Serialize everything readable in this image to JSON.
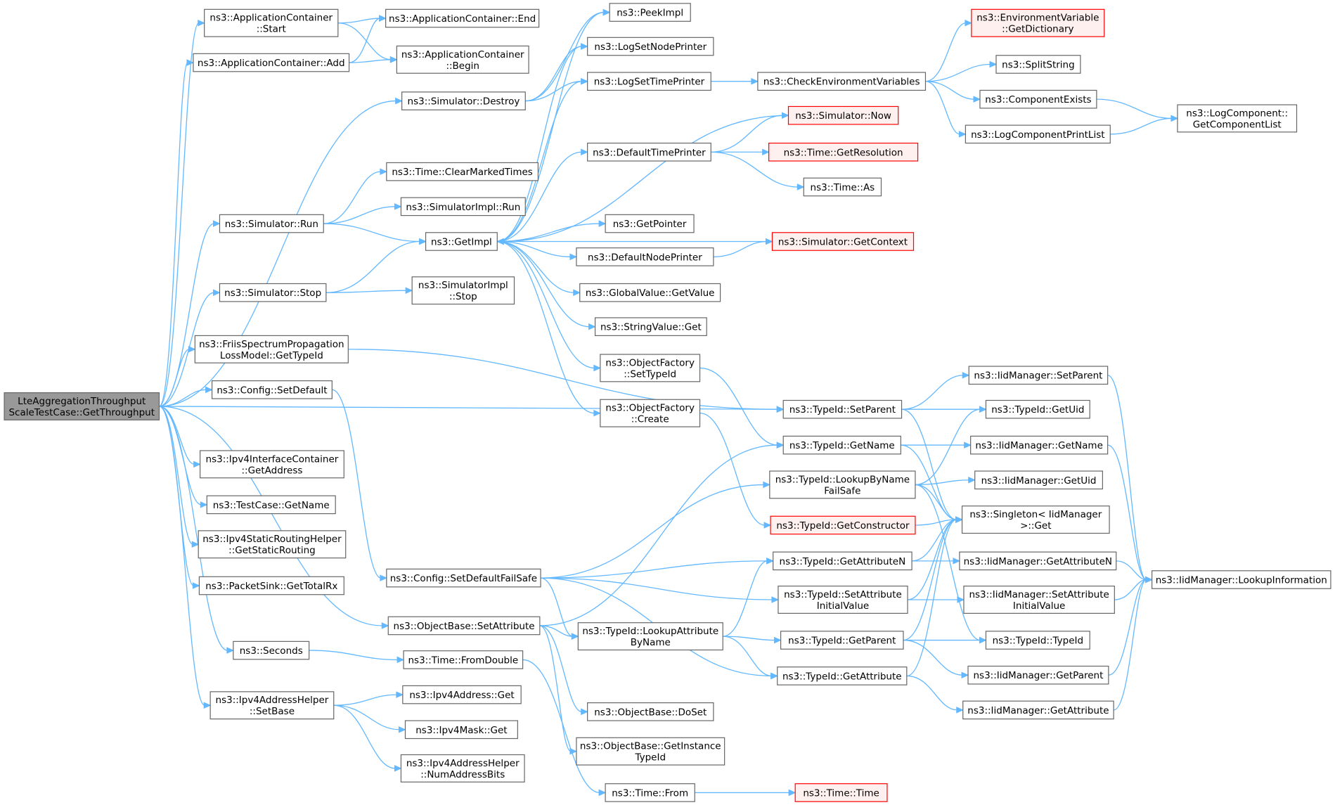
{
  "colors": {
    "edge": "#63b8ff",
    "node_border": "#666666",
    "root_fill": "#999999",
    "truncated_border": "#ff0000",
    "truncated_fill": "#fff0f0"
  },
  "nodes": [
    {
      "id": "root",
      "lines": [
        "LteAggregationThroughput",
        "ScaleTestCase::GetThroughput"
      ],
      "style": "root"
    },
    {
      "id": "appStart",
      "lines": [
        "ns3::ApplicationContainer",
        "::Start"
      ]
    },
    {
      "id": "appAdd",
      "lines": [
        "ns3::ApplicationContainer::Add"
      ]
    },
    {
      "id": "appEnd",
      "lines": [
        "ns3::ApplicationContainer::End"
      ]
    },
    {
      "id": "appBegin",
      "lines": [
        "ns3::ApplicationContainer",
        "::Begin"
      ]
    },
    {
      "id": "simDestroy",
      "lines": [
        "ns3::Simulator::Destroy"
      ]
    },
    {
      "id": "timeClear",
      "lines": [
        "ns3::Time::ClearMarkedTimes"
      ]
    },
    {
      "id": "simImplRun",
      "lines": [
        "ns3::SimulatorImpl::Run"
      ]
    },
    {
      "id": "simRun",
      "lines": [
        "ns3::Simulator::Run"
      ]
    },
    {
      "id": "getImpl",
      "lines": [
        "ns3::GetImpl"
      ]
    },
    {
      "id": "simStop",
      "lines": [
        "ns3::Simulator::Stop"
      ]
    },
    {
      "id": "simImplStop",
      "lines": [
        "ns3::SimulatorImpl",
        "::Stop"
      ]
    },
    {
      "id": "friis",
      "lines": [
        "ns3::FriisSpectrumPropagation",
        "LossModel::GetTypeId"
      ]
    },
    {
      "id": "cfgSetDefault",
      "lines": [
        "ns3::Config::SetDefault"
      ]
    },
    {
      "id": "ipv4Ic",
      "lines": [
        "ns3::Ipv4InterfaceContainer",
        "::GetAddress"
      ]
    },
    {
      "id": "testGetName",
      "lines": [
        "ns3::TestCase::GetName"
      ]
    },
    {
      "id": "staticRouting",
      "lines": [
        "ns3::Ipv4StaticRoutingHelper",
        "::GetStaticRouting"
      ]
    },
    {
      "id": "packetSink",
      "lines": [
        "ns3::PacketSink::GetTotalRx"
      ]
    },
    {
      "id": "seconds",
      "lines": [
        "ns3::Seconds"
      ]
    },
    {
      "id": "ipv4Setbase",
      "lines": [
        "ns3::Ipv4AddressHelper",
        "::SetBase"
      ]
    },
    {
      "id": "peekImpl",
      "lines": [
        "ns3::PeekImpl"
      ]
    },
    {
      "id": "logSetNode",
      "lines": [
        "ns3::LogSetNodePrinter"
      ]
    },
    {
      "id": "logSetTime",
      "lines": [
        "ns3::LogSetTimePrinter"
      ]
    },
    {
      "id": "defTime",
      "lines": [
        "ns3::DefaultTimePrinter"
      ]
    },
    {
      "id": "getPointer",
      "lines": [
        "ns3::GetPointer"
      ]
    },
    {
      "id": "defNode",
      "lines": [
        "ns3::DefaultNodePrinter"
      ]
    },
    {
      "id": "gvGetValue",
      "lines": [
        "ns3::GlobalValue::GetValue"
      ]
    },
    {
      "id": "strGet",
      "lines": [
        "ns3::StringValue::Get"
      ]
    },
    {
      "id": "ofSetTypeId",
      "lines": [
        "ns3::ObjectFactory",
        "::SetTypeId"
      ]
    },
    {
      "id": "ofCreate",
      "lines": [
        "ns3::ObjectFactory",
        "::Create"
      ]
    },
    {
      "id": "cfgFailSafe",
      "lines": [
        "ns3::Config::SetDefaultFailSafe"
      ]
    },
    {
      "id": "objSetAttr",
      "lines": [
        "ns3::ObjectBase::SetAttribute"
      ]
    },
    {
      "id": "timeFromDouble",
      "lines": [
        "ns3::Time::FromDouble"
      ]
    },
    {
      "id": "ipv4AddrGet",
      "lines": [
        "ns3::Ipv4Address::Get"
      ]
    },
    {
      "id": "ipv4MaskGet",
      "lines": [
        "ns3::Ipv4Mask::Get"
      ]
    },
    {
      "id": "numAddrBits",
      "lines": [
        "ns3::Ipv4AddressHelper",
        "::NumAddressBits"
      ]
    },
    {
      "id": "tidLookupAttr",
      "lines": [
        "ns3::TypeId::LookupAttribute",
        "ByName"
      ]
    },
    {
      "id": "objDoSet",
      "lines": [
        "ns3::ObjectBase::DoSet"
      ]
    },
    {
      "id": "objGetInst",
      "lines": [
        "ns3::ObjectBase::GetInstance",
        "TypeId"
      ]
    },
    {
      "id": "timeFrom",
      "lines": [
        "ns3::Time::From"
      ]
    },
    {
      "id": "checkEnv",
      "lines": [
        "ns3::CheckEnvironmentVariables"
      ]
    },
    {
      "id": "simNow",
      "lines": [
        "ns3::Simulator::Now"
      ],
      "style": "trunc"
    },
    {
      "id": "timeGetRes",
      "lines": [
        "ns3::Time::GetResolution"
      ],
      "style": "trunc"
    },
    {
      "id": "timeAs",
      "lines": [
        "ns3::Time::As"
      ]
    },
    {
      "id": "simGetContext",
      "lines": [
        "ns3::Simulator::GetContext"
      ],
      "style": "trunc"
    },
    {
      "id": "tidSetParent",
      "lines": [
        "ns3::TypeId::SetParent"
      ]
    },
    {
      "id": "tidGetName",
      "lines": [
        "ns3::TypeId::GetName"
      ]
    },
    {
      "id": "tidLookupName",
      "lines": [
        "ns3::TypeId::LookupByName",
        "FailSafe"
      ]
    },
    {
      "id": "tidGetCtor",
      "lines": [
        "ns3::TypeId::GetConstructor"
      ],
      "style": "trunc"
    },
    {
      "id": "tidGetAttrN",
      "lines": [
        "ns3::TypeId::GetAttributeN"
      ]
    },
    {
      "id": "tidSetAttrInit",
      "lines": [
        "ns3::TypeId::SetAttribute",
        "InitialValue"
      ]
    },
    {
      "id": "tidGetParent",
      "lines": [
        "ns3::TypeId::GetParent"
      ]
    },
    {
      "id": "tidGetAttr",
      "lines": [
        "ns3::TypeId::GetAttribute"
      ]
    },
    {
      "id": "timeTime",
      "lines": [
        "ns3::Time::Time"
      ],
      "style": "trunc"
    },
    {
      "id": "envDict",
      "lines": [
        "ns3::EnvironmentVariable",
        "::GetDictionary"
      ],
      "style": "trunc"
    },
    {
      "id": "splitString",
      "lines": [
        "ns3::SplitString"
      ]
    },
    {
      "id": "compExists",
      "lines": [
        "ns3::ComponentExists"
      ]
    },
    {
      "id": "logCompPrint",
      "lines": [
        "ns3::LogComponentPrintList"
      ]
    },
    {
      "id": "iidSetParent",
      "lines": [
        "ns3::IidManager::SetParent"
      ]
    },
    {
      "id": "tidGetUid",
      "lines": [
        "ns3::TypeId::GetUid"
      ]
    },
    {
      "id": "iidGetName",
      "lines": [
        "ns3::IidManager::GetName"
      ]
    },
    {
      "id": "iidGetUid",
      "lines": [
        "ns3::IidManager::GetUid"
      ]
    },
    {
      "id": "singleton",
      "lines": [
        "ns3::Singleton< IidManager",
        " >::Get"
      ]
    },
    {
      "id": "iidGetAttrN",
      "lines": [
        "ns3::IidManager::GetAttributeN"
      ]
    },
    {
      "id": "iidSetAttrInit",
      "lines": [
        "ns3::IidManager::SetAttribute",
        "InitialValue"
      ]
    },
    {
      "id": "tidTypeId",
      "lines": [
        "ns3::TypeId::TypeId"
      ]
    },
    {
      "id": "iidGetParent",
      "lines": [
        "ns3::IidManager::GetParent"
      ]
    },
    {
      "id": "iidGetAttr",
      "lines": [
        "ns3::IidManager::GetAttribute"
      ]
    },
    {
      "id": "logCompGetList",
      "lines": [
        "ns3::LogComponent::",
        "GetComponentList"
      ]
    },
    {
      "id": "iidLookupInfo",
      "lines": [
        "ns3::IidManager::LookupInformation"
      ]
    }
  ],
  "edges": [
    [
      "root",
      "appStart"
    ],
    [
      "root",
      "appAdd"
    ],
    [
      "root",
      "simDestroy"
    ],
    [
      "root",
      "simRun"
    ],
    [
      "root",
      "simStop"
    ],
    [
      "root",
      "friis"
    ],
    [
      "root",
      "cfgSetDefault"
    ],
    [
      "root",
      "ipv4Ic"
    ],
    [
      "root",
      "testGetName"
    ],
    [
      "root",
      "staticRouting"
    ],
    [
      "root",
      "packetSink"
    ],
    [
      "root",
      "seconds"
    ],
    [
      "root",
      "ipv4Setbase"
    ],
    [
      "root",
      "objSetAttr"
    ],
    [
      "root",
      "tidSetParent"
    ],
    [
      "appStart",
      "appEnd"
    ],
    [
      "appStart",
      "appBegin"
    ],
    [
      "appAdd",
      "appEnd"
    ],
    [
      "appAdd",
      "appBegin"
    ],
    [
      "simDestroy",
      "peekImpl"
    ],
    [
      "simDestroy",
      "logSetNode"
    ],
    [
      "simDestroy",
      "logSetTime"
    ],
    [
      "simRun",
      "timeClear"
    ],
    [
      "simRun",
      "simImplRun"
    ],
    [
      "simRun",
      "getImpl"
    ],
    [
      "simStop",
      "getImpl"
    ],
    [
      "simStop",
      "simImplStop"
    ],
    [
      "friis",
      "tidSetParent"
    ],
    [
      "cfgSetDefault",
      "cfgFailSafe"
    ],
    [
      "getImpl",
      "peekImpl"
    ],
    [
      "getImpl",
      "logSetNode"
    ],
    [
      "getImpl",
      "logSetTime"
    ],
    [
      "getImpl",
      "defTime"
    ],
    [
      "getImpl",
      "getPointer"
    ],
    [
      "getImpl",
      "defNode"
    ],
    [
      "getImpl",
      "gvGetValue"
    ],
    [
      "getImpl",
      "strGet"
    ],
    [
      "getImpl",
      "ofSetTypeId"
    ],
    [
      "getImpl",
      "ofCreate"
    ],
    [
      "simNow",
      "getImpl"
    ],
    [
      "simGetContext",
      "getImpl"
    ],
    [
      "logSetTime",
      "checkEnv"
    ],
    [
      "defTime",
      "simNow"
    ],
    [
      "defTime",
      "timeGetRes"
    ],
    [
      "defTime",
      "timeAs"
    ],
    [
      "defNode",
      "simGetContext"
    ],
    [
      "ofSetTypeId",
      "tidGetName"
    ],
    [
      "ofCreate",
      "tidGetCtor"
    ],
    [
      "cfgFailSafe",
      "tidLookupName"
    ],
    [
      "cfgFailSafe",
      "tidGetAttrN"
    ],
    [
      "cfgFailSafe",
      "tidSetAttrInit"
    ],
    [
      "cfgFailSafe",
      "tidLookupAttr"
    ],
    [
      "cfgFailSafe",
      "tidGetAttr"
    ],
    [
      "objSetAttr",
      "tidGetName"
    ],
    [
      "objSetAttr",
      "tidLookupAttr"
    ],
    [
      "objSetAttr",
      "objDoSet"
    ],
    [
      "objSetAttr",
      "objGetInst"
    ],
    [
      "seconds",
      "timeFromDouble"
    ],
    [
      "timeFromDouble",
      "timeFrom"
    ],
    [
      "timeFrom",
      "timeTime"
    ],
    [
      "ipv4Setbase",
      "ipv4AddrGet"
    ],
    [
      "ipv4Setbase",
      "ipv4MaskGet"
    ],
    [
      "ipv4Setbase",
      "numAddrBits"
    ],
    [
      "tidLookupAttr",
      "tidGetAttrN"
    ],
    [
      "tidLookupAttr",
      "tidGetParent"
    ],
    [
      "tidLookupAttr",
      "tidGetAttr"
    ],
    [
      "checkEnv",
      "envDict"
    ],
    [
      "checkEnv",
      "splitString"
    ],
    [
      "checkEnv",
      "compExists"
    ],
    [
      "checkEnv",
      "logCompPrint"
    ],
    [
      "compExists",
      "logCompGetList"
    ],
    [
      "logCompPrint",
      "logCompGetList"
    ],
    [
      "tidSetParent",
      "iidSetParent"
    ],
    [
      "tidSetParent",
      "tidGetUid"
    ],
    [
      "tidSetParent",
      "singleton"
    ],
    [
      "tidGetName",
      "iidGetName"
    ],
    [
      "tidGetName",
      "singleton"
    ],
    [
      "tidLookupName",
      "tidGetUid"
    ],
    [
      "tidLookupName",
      "iidGetUid"
    ],
    [
      "tidLookupName",
      "singleton"
    ],
    [
      "tidLookupName",
      "tidTypeId"
    ],
    [
      "tidGetCtor",
      "singleton"
    ],
    [
      "tidGetAttrN",
      "iidGetAttrN"
    ],
    [
      "tidGetAttrN",
      "singleton"
    ],
    [
      "tidSetAttrInit",
      "iidSetAttrInit"
    ],
    [
      "tidSetAttrInit",
      "singleton"
    ],
    [
      "tidGetParent",
      "iidGetParent"
    ],
    [
      "tidGetParent",
      "tidTypeId"
    ],
    [
      "tidGetParent",
      "singleton"
    ],
    [
      "tidGetAttr",
      "iidGetAttr"
    ],
    [
      "tidGetAttr",
      "singleton"
    ],
    [
      "iidSetParent",
      "iidLookupInfo"
    ],
    [
      "iidGetName",
      "iidLookupInfo"
    ],
    [
      "iidGetAttrN",
      "iidLookupInfo"
    ],
    [
      "iidSetAttrInit",
      "iidLookupInfo"
    ],
    [
      "iidGetParent",
      "iidLookupInfo"
    ],
    [
      "iidGetAttr",
      "iidLookupInfo"
    ]
  ]
}
